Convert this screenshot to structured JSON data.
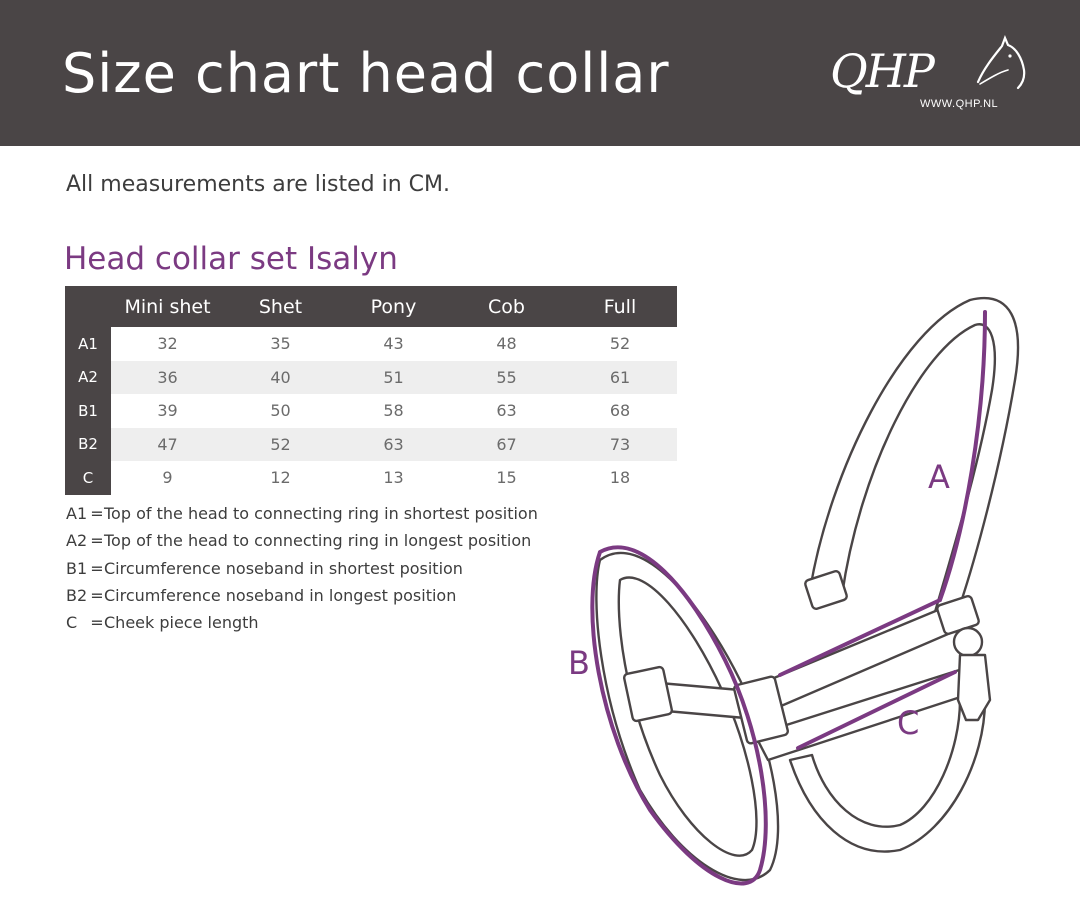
{
  "header": {
    "title": "Size chart head collar",
    "logo_text": "QHP",
    "logo_url": "WWW.QHP.NL"
  },
  "intro": "All measurements are listed in CM.",
  "section_title": "Head collar set Isalyn",
  "table": {
    "columns": [
      "Mini shet",
      "Shet",
      "Pony",
      "Cob",
      "Full"
    ],
    "rows": [
      {
        "label": "A1",
        "values": [
          "32",
          "35",
          "43",
          "48",
          "52"
        ]
      },
      {
        "label": "A2",
        "values": [
          "36",
          "40",
          "51",
          "55",
          "61"
        ]
      },
      {
        "label": "B1",
        "values": [
          "39",
          "50",
          "58",
          "63",
          "68"
        ]
      },
      {
        "label": "B2",
        "values": [
          "47",
          "52",
          "63",
          "67",
          "73"
        ]
      },
      {
        "label": "C",
        "values": [
          "9",
          "12",
          "13",
          "15",
          "18"
        ]
      }
    ]
  },
  "legend": [
    {
      "code": "A1",
      "eq": "=",
      "text": "Top of the head to connecting ring in shortest position"
    },
    {
      "code": "A2",
      "eq": "=",
      "text": "Top of the head to connecting ring in longest position"
    },
    {
      "code": "B1",
      "eq": "=",
      "text": "Circumference noseband in shortest position"
    },
    {
      "code": "B2",
      "eq": "=",
      "text": "Circumference noseband in longest position"
    },
    {
      "code": "C",
      "eq": "=",
      "text": "Cheek piece length"
    }
  ],
  "diagram": {
    "label_a": "A",
    "label_b": "B",
    "label_c": "C"
  },
  "colors": {
    "header_bg": "#4a4546",
    "accent_purple": "#7b3a82",
    "row_alt": "#eeeeee",
    "outline": "#4a4546"
  },
  "icons": [
    "horse-head-icon"
  ]
}
